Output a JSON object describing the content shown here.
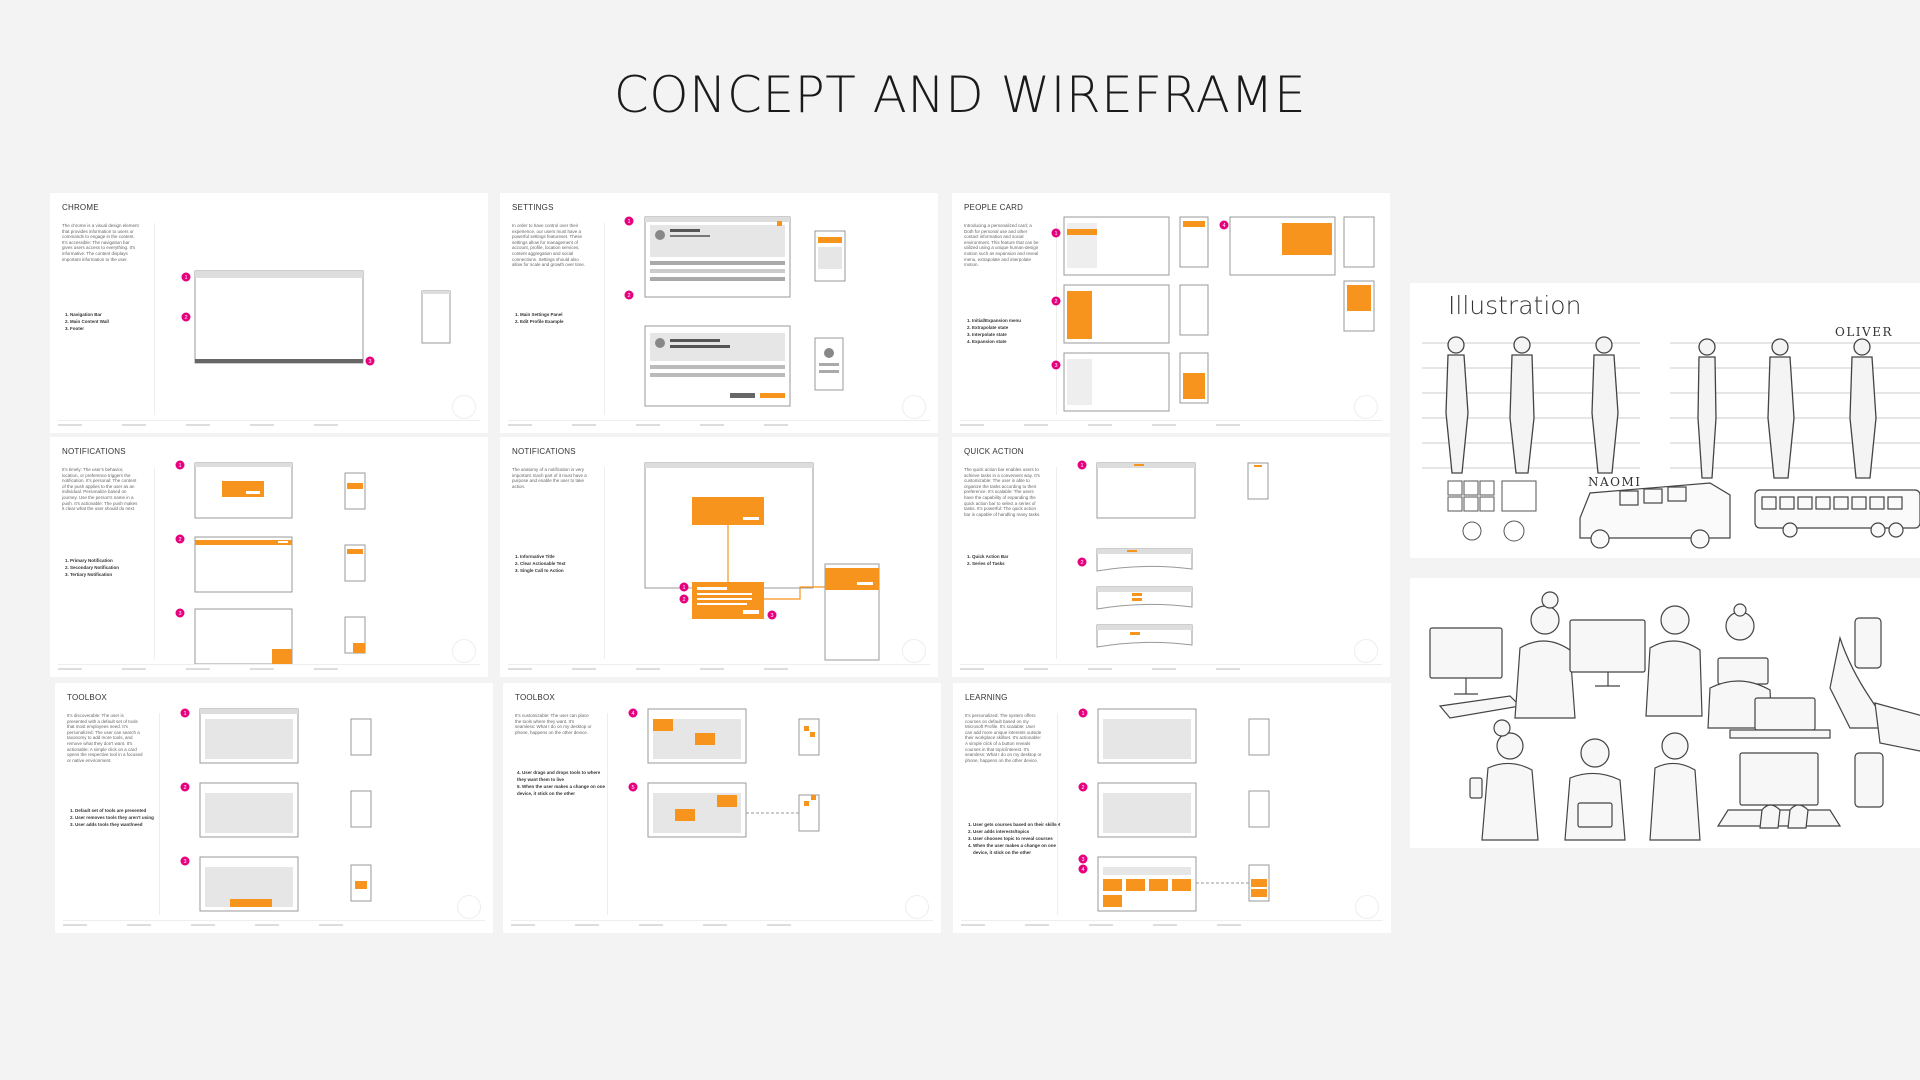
{
  "page": {
    "title": "CONCEPT AND WIREFRAME"
  },
  "slides": [
    {
      "title": "CHROME",
      "body": "The chrome is a visual design element that provides information to users or commands to engage in the content. It's accessible: The navigation bar gives users access to everything. It's informative: The content displays important information to the user.",
      "list": [
        "Navigation Bar",
        "Main Content Wall",
        "Footer"
      ],
      "markers": [
        "1",
        "2",
        "3"
      ]
    },
    {
      "title": "SETTINGS",
      "body": "In order to have control over their experience, our users must have a powerful settings featureset. These settings allow for management of account, profile, location services, content aggregation and social connections. Settings should also allow for scale and growth over time.",
      "list": [
        "Main Settings Panel",
        "Edit Profile Example"
      ],
      "markers": [
        "1",
        "2"
      ]
    },
    {
      "title": "PEOPLE CARD",
      "body": "Introducing a personalized card; a Doth for personal use and other contact information and social environment. This feature that can be utilized using a unique human-design motion such as expansion and reveal menu, extrapolate and interpolate motion.",
      "list": [
        "Initial/Expansion menu",
        "Extrapolate state",
        "Interpolate state",
        "Expansion state"
      ],
      "markers": [
        "1",
        "2",
        "3",
        "4"
      ]
    },
    {
      "title": "NOTIFICATIONS",
      "body": "It's timely: The user's behavior, location, or preference triggers the notification. It's personal: The content of the push applies to the user as an individual. Personalize based on journey. Use the person's name in a push. It's actionable: The push makes it clear what the user should do next.",
      "list": [
        "Primary Notification",
        "Secondary Notification",
        "Tertiary Notification"
      ],
      "markers": [
        "1",
        "2",
        "3"
      ]
    },
    {
      "title": "NOTIFICATIONS",
      "body": "The anatomy of a notification is very important. Each part of it must have a purpose and enable the user to take action.",
      "list": [
        "Informative Title",
        "Clear Actionable Text",
        "Single Call to Action"
      ],
      "markers": [
        "1",
        "2",
        "3"
      ]
    },
    {
      "title": "QUICK ACTION",
      "body": "The quick action bar enables users to achieve tasks in a convenient way. It's customizable: The user is able to organize the tasks according to their preference. It's scalable: The users have the capability of expanding the quick action bar to select a series of tasks. It's powerful: The quick action bar is capable of handling many tasks.",
      "list": [
        "Quick Action Bar",
        "Series of Tasks"
      ],
      "markers": [
        "1",
        "2"
      ]
    },
    {
      "title": "TOOLBOX",
      "body": "It's discoverable: The user is presented with a default set of tools that most employees need. It's personalized: The user can search a taxonomy to add more tools, and remove what they don't want. It's actionable: A simple click on a card opens the respective tool in a focused or native environment.",
      "list": [
        "Default set of tools are presented",
        "User removes tools they aren't using",
        "User adds tools they want/need"
      ],
      "markers": [
        "1",
        "2",
        "3"
      ]
    },
    {
      "title": "TOOLBOX",
      "body": "It's customizable: The user can place the tools where they want. It's seamless: What I do on my desktop or phone, happens on the other device.",
      "list": [
        "User drags and drops tools to where they want them to live",
        "When the user makes a change on one device, it stick on the other"
      ],
      "markers": [
        "4",
        "5"
      ]
    },
    {
      "title": "LEARNING",
      "body": "It's personalized: The system offers courses on default based on my Microsoft Profile. It's scalable: User can add more unique interests outside their workplace skillset. It's actionable: A simple click of a button reveals courses in that topic/interest. It's seamless: What I do on my desktop or phone, happens on the other device.",
      "list": [
        "User gets courses based on their skillset",
        "User adds interests/topics",
        "User chooses topic to reveal courses",
        "When the user makes a change on one device, it stick on the other"
      ],
      "markers": [
        "1",
        "2",
        "3",
        "4"
      ]
    }
  ],
  "illustration": {
    "title": "Illustration",
    "labels": [
      "OLIVER",
      "NAOMI"
    ]
  },
  "colors": {
    "accent": "#f7941d",
    "marker": "#e6007e",
    "wire_fill": "#e6e6e6",
    "wire_bar": "#999999",
    "background": "#f3f3f3"
  }
}
